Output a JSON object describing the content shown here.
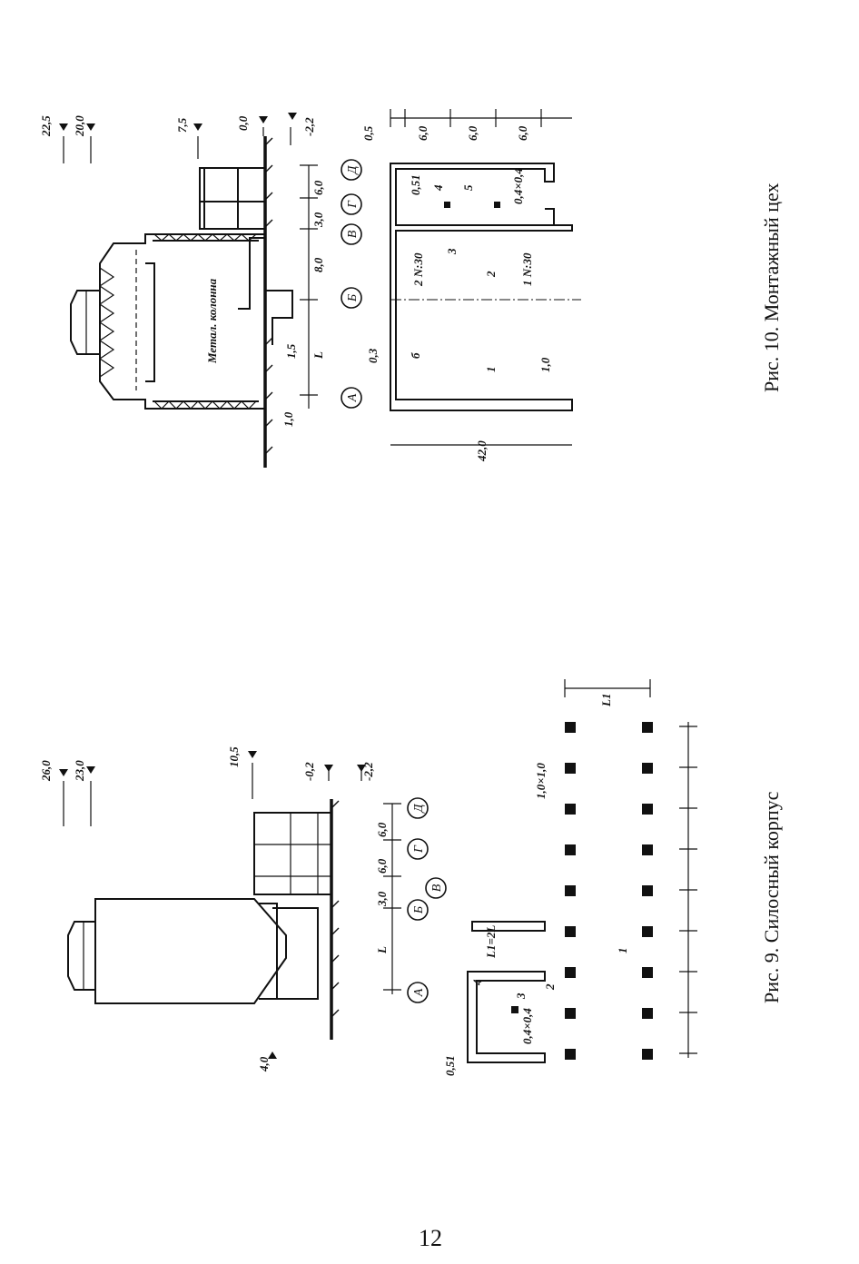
{
  "page_number": "12",
  "figure10": {
    "caption": "Рис. 10. Монтажный цех",
    "elevations": [
      "22,5",
      "20,0",
      "7,5",
      "0,0",
      "-2,2"
    ],
    "axes": [
      "А",
      "Б",
      "В",
      "Г",
      "Д"
    ],
    "section_dims": [
      "1,0",
      "1,5",
      "L",
      "8,0",
      "3,0",
      "6,0"
    ],
    "column_label": "Метал. колонна",
    "plan_dims_top": [
      "0,5",
      "6,0",
      "6,0",
      "6,0"
    ],
    "plan_total_length": "42,0",
    "plan_labels": [
      "0,3",
      "б",
      "1",
      "1,0",
      "2",
      "1 N:30",
      "2 N:30",
      "3",
      "4",
      "5",
      "0,51",
      "0,4×0,4"
    ]
  },
  "figure9": {
    "caption": "Рис. 9. Силосный корпус",
    "elevations": [
      "26,0",
      "23,0",
      "10,5",
      "-0,2",
      "-2,2",
      "4,0"
    ],
    "axes": [
      "А",
      "Б",
      "В",
      "Г",
      "Д"
    ],
    "section_dims": [
      "L",
      "3,0",
      "6,0",
      "6,0"
    ],
    "plan_labels": [
      "1,0×1,0",
      "1",
      "0,51",
      "2",
      "3",
      "4",
      "0,4×0,4",
      "L1=2L"
    ],
    "span_label": "L",
    "span_label_alt": "L1"
  }
}
